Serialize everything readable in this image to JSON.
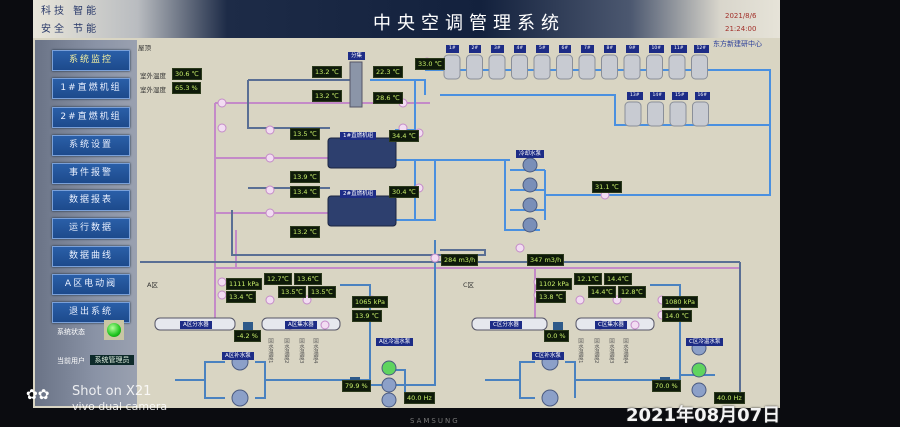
{
  "header": {
    "slogan_1": "科技  智能",
    "slogan_2": "安全  节能",
    "title": "中央空调管理系统",
    "date": "2021/8/6",
    "time": "21:24:00",
    "org": "东方新建研中心"
  },
  "sidebar": {
    "items": [
      {
        "label": "系统监控"
      },
      {
        "label": "1#直燃机组"
      },
      {
        "label": "2#直燃机组"
      },
      {
        "label": "系统设置"
      },
      {
        "label": "事件报警"
      },
      {
        "label": "数据报表"
      },
      {
        "label": "运行数据"
      },
      {
        "label": "数据曲线"
      },
      {
        "label": "A区电动阀"
      },
      {
        "label": "退出系统"
      }
    ],
    "status_label": "系统状态",
    "status_color": "#1ec41e",
    "user_label": "当前用户",
    "user_value": "系统管理员"
  },
  "roof": {
    "title": "屋顶",
    "outdoor_temp_label": "室外温度",
    "outdoor_temp": "30.6 ℃",
    "outdoor_humidity_label": "室外湿度",
    "outdoor_humidity": "65.3 %",
    "manifold_tag": "分集",
    "supply_temp_1": "13.2 ℃",
    "supply_temp_2": "13.2 ℃",
    "cooling_temp_1": "22.3 ℃",
    "cooling_temp_2": "28.6 ℃",
    "tower_temp": "33.0 ℃",
    "towers": [
      "1#",
      "2#",
      "3#",
      "4#",
      "5#",
      "6#",
      "7#",
      "8#",
      "9#",
      "10#",
      "11#",
      "12#",
      "13#",
      "14#",
      "15#",
      "16#"
    ]
  },
  "chillers": [
    {
      "tag": "1#直燃机组",
      "in_temp": "13.5 ℃",
      "out_temp": "13.9 ℃",
      "cooling_temp": "34.4 ℃"
    },
    {
      "tag": "2#直燃机组",
      "in_temp": "13.4 ℃",
      "out_temp": "13.2 ℃",
      "cooling_temp": "30.4 ℃"
    }
  ],
  "cooling_pumps": {
    "tag": "冷却水泵",
    "temp": "31.1 ℃"
  },
  "flows": {
    "flow_1": "284 m3/h",
    "flow_2": "347 m3/h"
  },
  "zone_a": {
    "title": "A区",
    "pressure_supply": "1111 kPa",
    "temp_supply": "13.4 ℃",
    "distributor_tag": "A区分水器",
    "collector_tag": "A区集水器",
    "valve_open": "-4.2 %",
    "branch_temps": [
      "12.7℃",
      "13.5℃",
      "13.6℃",
      "13.5℃"
    ],
    "branch_labels": [
      "回水温度1",
      "回水温度2",
      "回水温度3",
      "回水温度4"
    ],
    "pressure_return": "1065 kPa",
    "temp_return": "13.9 ℃",
    "makeup_pump_tag": "A区补水泵",
    "circ_pump_tag": "A区冷温水泵",
    "valve2_open": "79.9 %",
    "frequency": "40.0 Hz"
  },
  "zone_c": {
    "title": "C区",
    "pressure_supply": "1102 kPa",
    "temp_supply": "13.8 ℃",
    "distributor_tag": "C区分水器",
    "collector_tag": "C区集水器",
    "valve_open": "0.0 %",
    "branch_temps": [
      "12.1℃",
      "14.4℃",
      "14.4℃",
      "12.8℃"
    ],
    "branch_labels": [
      "回水温度1",
      "回水温度2",
      "回水温度3",
      "回水温度4"
    ],
    "pressure_return": "1080 kPa",
    "temp_return": "14.0 ℃",
    "makeup_pump_tag": "C区补水泵",
    "circ_pump_tag": "C区冷温水泵",
    "valve2_open": "70.0 %",
    "frequency": "40.0 Hz"
  },
  "photo": {
    "bezel_brand": "SAMSUNG",
    "watermark_1": "Shot on X21",
    "watermark_2": "vivo dual camera",
    "date_stamp": "2021年08月07日"
  }
}
